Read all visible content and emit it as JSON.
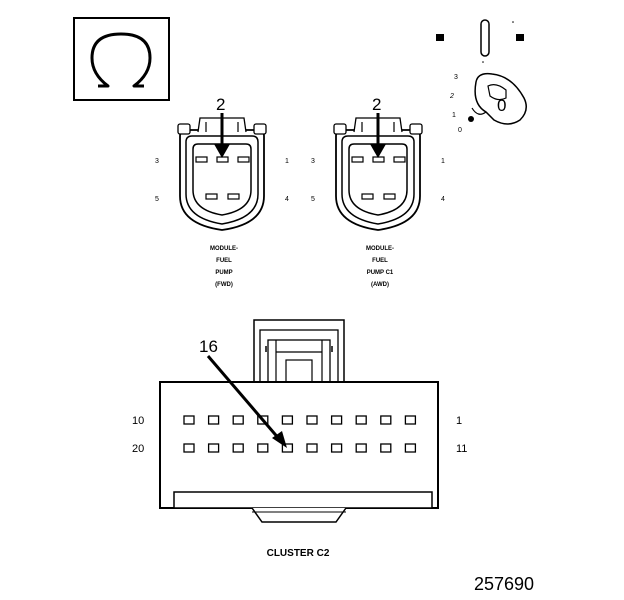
{
  "ohmmeter_symbol": "Ω",
  "ignition_switch": {
    "positions": [
      "3",
      "2",
      "1",
      "0"
    ],
    "key_label": "0",
    "dot_position": "0"
  },
  "connectors": [
    {
      "id": "fwd",
      "arrow_pin": "2",
      "pins_left": [
        "3",
        "5"
      ],
      "pins_right": [
        "1",
        "4"
      ],
      "caption": [
        "MODULE-",
        "FUEL",
        "PUMP",
        "(FWD)"
      ]
    },
    {
      "id": "awd",
      "arrow_pin": "2",
      "pins_left": [
        "3",
        "5"
      ],
      "pins_right": [
        "1",
        "4"
      ],
      "caption": [
        "MODULE-",
        "FUEL",
        "PUMP C1",
        "(AWD)"
      ]
    }
  ],
  "cluster": {
    "arrow_pin": "16",
    "row1_left": "10",
    "row1_right": "1",
    "row2_left": "20",
    "row2_right": "11",
    "caption": "CLUSTER C2"
  },
  "figure_id": "257690"
}
